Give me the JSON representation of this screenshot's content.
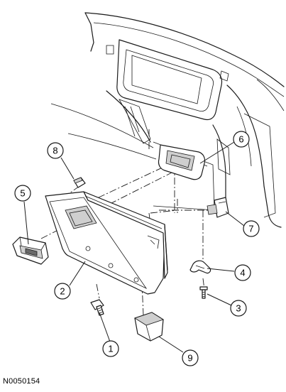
{
  "figure_id": "N0050154",
  "callouts": [
    {
      "number": "1"
    },
    {
      "number": "2"
    },
    {
      "number": "3"
    },
    {
      "number": "4"
    },
    {
      "number": "5"
    },
    {
      "number": "6"
    },
    {
      "number": "7"
    },
    {
      "number": "8"
    },
    {
      "number": "9"
    }
  ]
}
